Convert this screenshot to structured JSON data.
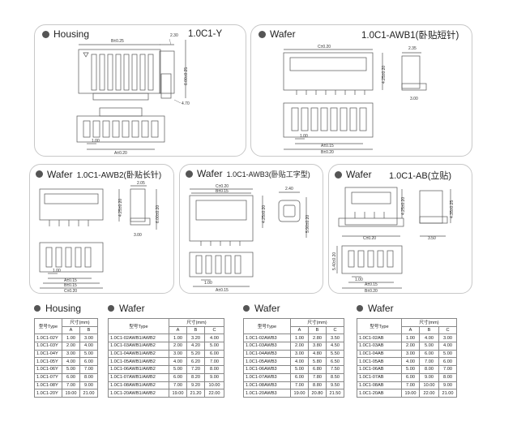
{
  "panels": {
    "housing": {
      "title": "Housing",
      "model": "1.0C1-Y",
      "dims": [
        "B±0.25",
        "2.30",
        "6.00±0.25",
        "4.70",
        "1.00",
        "A±0.20"
      ]
    },
    "wafer_awb1": {
      "title": "Wafer",
      "model": "1.0C1-AWB1(卧贴短针)",
      "dims": [
        "C±0.20",
        "2.35",
        "4.25±0.20",
        "3.00",
        "1.00",
        "A±0.15",
        "B±0.20"
      ]
    },
    "wafer_awb2": {
      "title": "Wafer",
      "model": "1.0C1-AWB2(卧贴长针)",
      "dims": [
        "2.05",
        "4.25±0.20",
        "6.00±0.20",
        "3.00",
        "1.00",
        "A±0.15",
        "B±0.15",
        "C±0.20"
      ]
    },
    "wafer_awb3": {
      "title": "Wafer",
      "model": "1.0C1-AWB3(卧贴工字型)",
      "dims": [
        "C±0.20",
        "B±0.15",
        "2.40",
        "4.25±0.20",
        "5.90±0.20",
        "1.00",
        "A±0.15"
      ]
    },
    "wafer_ab": {
      "title": "Wafer",
      "model": "1.0C1-AB(立贴)",
      "dims": [
        "4.25±0.20",
        "4.35±0.25",
        "C±0.20",
        "3.50",
        "5.40±0.20",
        "1.00",
        "A±0.15",
        "B±0.20"
      ]
    }
  },
  "tables": {
    "housing": {
      "title": "Housing",
      "header_type": "型号Type",
      "header_size": "尺寸(mm)",
      "columns": [
        "A",
        "B"
      ],
      "rows": [
        [
          "1.0C1-02Y",
          "1.00",
          "3.00"
        ],
        [
          "1.0C1-03Y",
          "2.00",
          "4.00"
        ],
        [
          "1.0C1-04Y",
          "3.00",
          "5.00"
        ],
        [
          "1.0C1-05Y",
          "4.00",
          "6.00"
        ],
        [
          "1.0C1-06Y",
          "5.00",
          "7.00"
        ],
        [
          "1.0C1-07Y",
          "6.00",
          "8.00"
        ],
        [
          "1.0C1-08Y",
          "7.00",
          "9.00"
        ],
        [
          "1.0C1-20Y",
          "19.00",
          "21.00"
        ]
      ]
    },
    "awb12": {
      "title": "Wafer",
      "header_type": "型号Type",
      "header_size": "尺寸(mm)",
      "columns": [
        "A",
        "B",
        "C"
      ],
      "rows": [
        [
          "1.0C1-02AWB1/AWB2",
          "1.00",
          "3.20",
          "4.00"
        ],
        [
          "1.0C1-03AWB1/AWB2",
          "2.00",
          "4.20",
          "5.00"
        ],
        [
          "1.0C1-04AWB1/AWB2",
          "3.00",
          "5.20",
          "6.00"
        ],
        [
          "1.0C1-05AWB1/AWB2",
          "4.00",
          "6.20",
          "7.00"
        ],
        [
          "1.0C1-06AWB1/AWB2",
          "5.00",
          "7.20",
          "8.00"
        ],
        [
          "1.0C1-07AWB1/AWB2",
          "6.00",
          "8.20",
          "9.00"
        ],
        [
          "1.0C1-08AWB1/AWB2",
          "7.00",
          "9.20",
          "10.00"
        ],
        [
          "1.0C1-20AWB1/AWB2",
          "19.00",
          "21.20",
          "22.00"
        ]
      ]
    },
    "awb3": {
      "title": "Wafer",
      "header_type": "型号Type",
      "header_size": "尺寸(mm)",
      "columns": [
        "A",
        "B",
        "C"
      ],
      "rows": [
        [
          "1.0C1-02AWB3",
          "1.00",
          "2.80",
          "3.50"
        ],
        [
          "1.0C1-03AWB3",
          "2.00",
          "3.80",
          "4.50"
        ],
        [
          "1.0C1-04AWB3",
          "3.00",
          "4.80",
          "5.50"
        ],
        [
          "1.0C1-05AWB3",
          "4.00",
          "5.80",
          "6.50"
        ],
        [
          "1.0C1-06AWB3",
          "5.00",
          "6.80",
          "7.50"
        ],
        [
          "1.0C1-07AWB3",
          "6.00",
          "7.80",
          "8.50"
        ],
        [
          "1.0C1-08AWB3",
          "7.00",
          "8.80",
          "9.50"
        ],
        [
          "1.0C1-20AWB3",
          "19.00",
          "20.80",
          "21.50"
        ]
      ]
    },
    "ab": {
      "title": "Wafer",
      "header_type": "型号Type",
      "header_size": "尺寸(mm)",
      "columns": [
        "A",
        "B",
        "C"
      ],
      "rows": [
        [
          "1.0C1-02AB",
          "1.00",
          "4.00",
          "3.00"
        ],
        [
          "1.0C1-03AB",
          "2.00",
          "5.00",
          "4.00"
        ],
        [
          "1.0C1-04AB",
          "3.00",
          "6.00",
          "5.00"
        ],
        [
          "1.0C1-05AB",
          "4.00",
          "7.00",
          "6.00"
        ],
        [
          "1.0C1-06AB",
          "5.00",
          "8.00",
          "7.00"
        ],
        [
          "1.0C1-07AB",
          "6.00",
          "9.00",
          "8.00"
        ],
        [
          "1.0C1-08AB",
          "7.00",
          "10.00",
          "9.00"
        ],
        [
          "1.0C1-20AB",
          "19.00",
          "22.00",
          "21.00"
        ]
      ]
    }
  }
}
